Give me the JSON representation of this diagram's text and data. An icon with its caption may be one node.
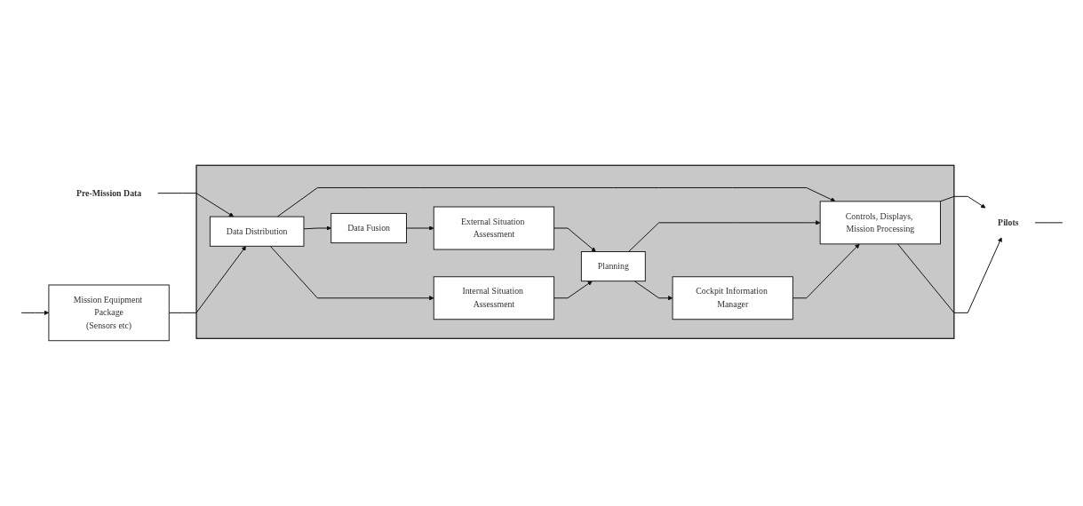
{
  "diagram": {
    "nodes": [
      {
        "text": [],
        "shape": "box"
      },
      {
        "text": [
          "Pre-Mission Data"
        ]
      },
      {
        "text": [
          "Mission Equipment Package",
          "(Sensors etc)"
        ]
      },
      {
        "text": [
          "Data Distribution"
        ],
        "in": 0
      },
      {
        "text": [
          "External Situation Assessment"
        ],
        "in": 0
      },
      {
        "text": [
          "Data Fusion"
        ],
        "in": 0
      },
      {
        "text": [
          "Cockpit Information Manager"
        ],
        "in": 0
      },
      {
        "text": [
          "Planning"
        ],
        "in": 0
      },
      {
        "text": [
          "Internal Situation Assessment"
        ],
        "in": 0
      },
      {
        "text": [
          "Controls, Displays, Mission Processing"
        ],
        "in": 0
      },
      {
        "text": [
          "Pilots"
        ]
      }
    ],
    "edges": [
      {
        "from": 1,
        "to": 3,
        "arrow": "to"
      },
      {
        "from": 2,
        "to": 3,
        "arrow": "to"
      },
      {
        "from": 3,
        "to": 5,
        "arrow": "to"
      },
      {
        "from": 5,
        "to": 4,
        "arrow": "to"
      },
      {
        "from": 3,
        "to": 8,
        "arrow": "to"
      },
      {
        "from": 3,
        "to": 9,
        "arrow": "to"
      },
      {
        "from": 4,
        "to": 7,
        "arrow": "to"
      },
      {
        "from": 8,
        "to": 7,
        "arrow": "to"
      },
      {
        "from": 7,
        "to": 6,
        "arrow": "to"
      },
      {
        "from": 7,
        "to": 9,
        "arrow": "to"
      },
      {
        "from": 6,
        "to": 9,
        "arrow": "to"
      },
      {
        "from": 9,
        "to": 10,
        "arrow": "to"
      },
      {
        "from": 9,
        "to": 10,
        "arrow": "to"
      },
      {
        "from": null,
        "to": 2,
        "arrow": "to"
      },
      {
        "from": 10,
        "to": null,
        "arrow": "none"
      }
    ]
  }
}
